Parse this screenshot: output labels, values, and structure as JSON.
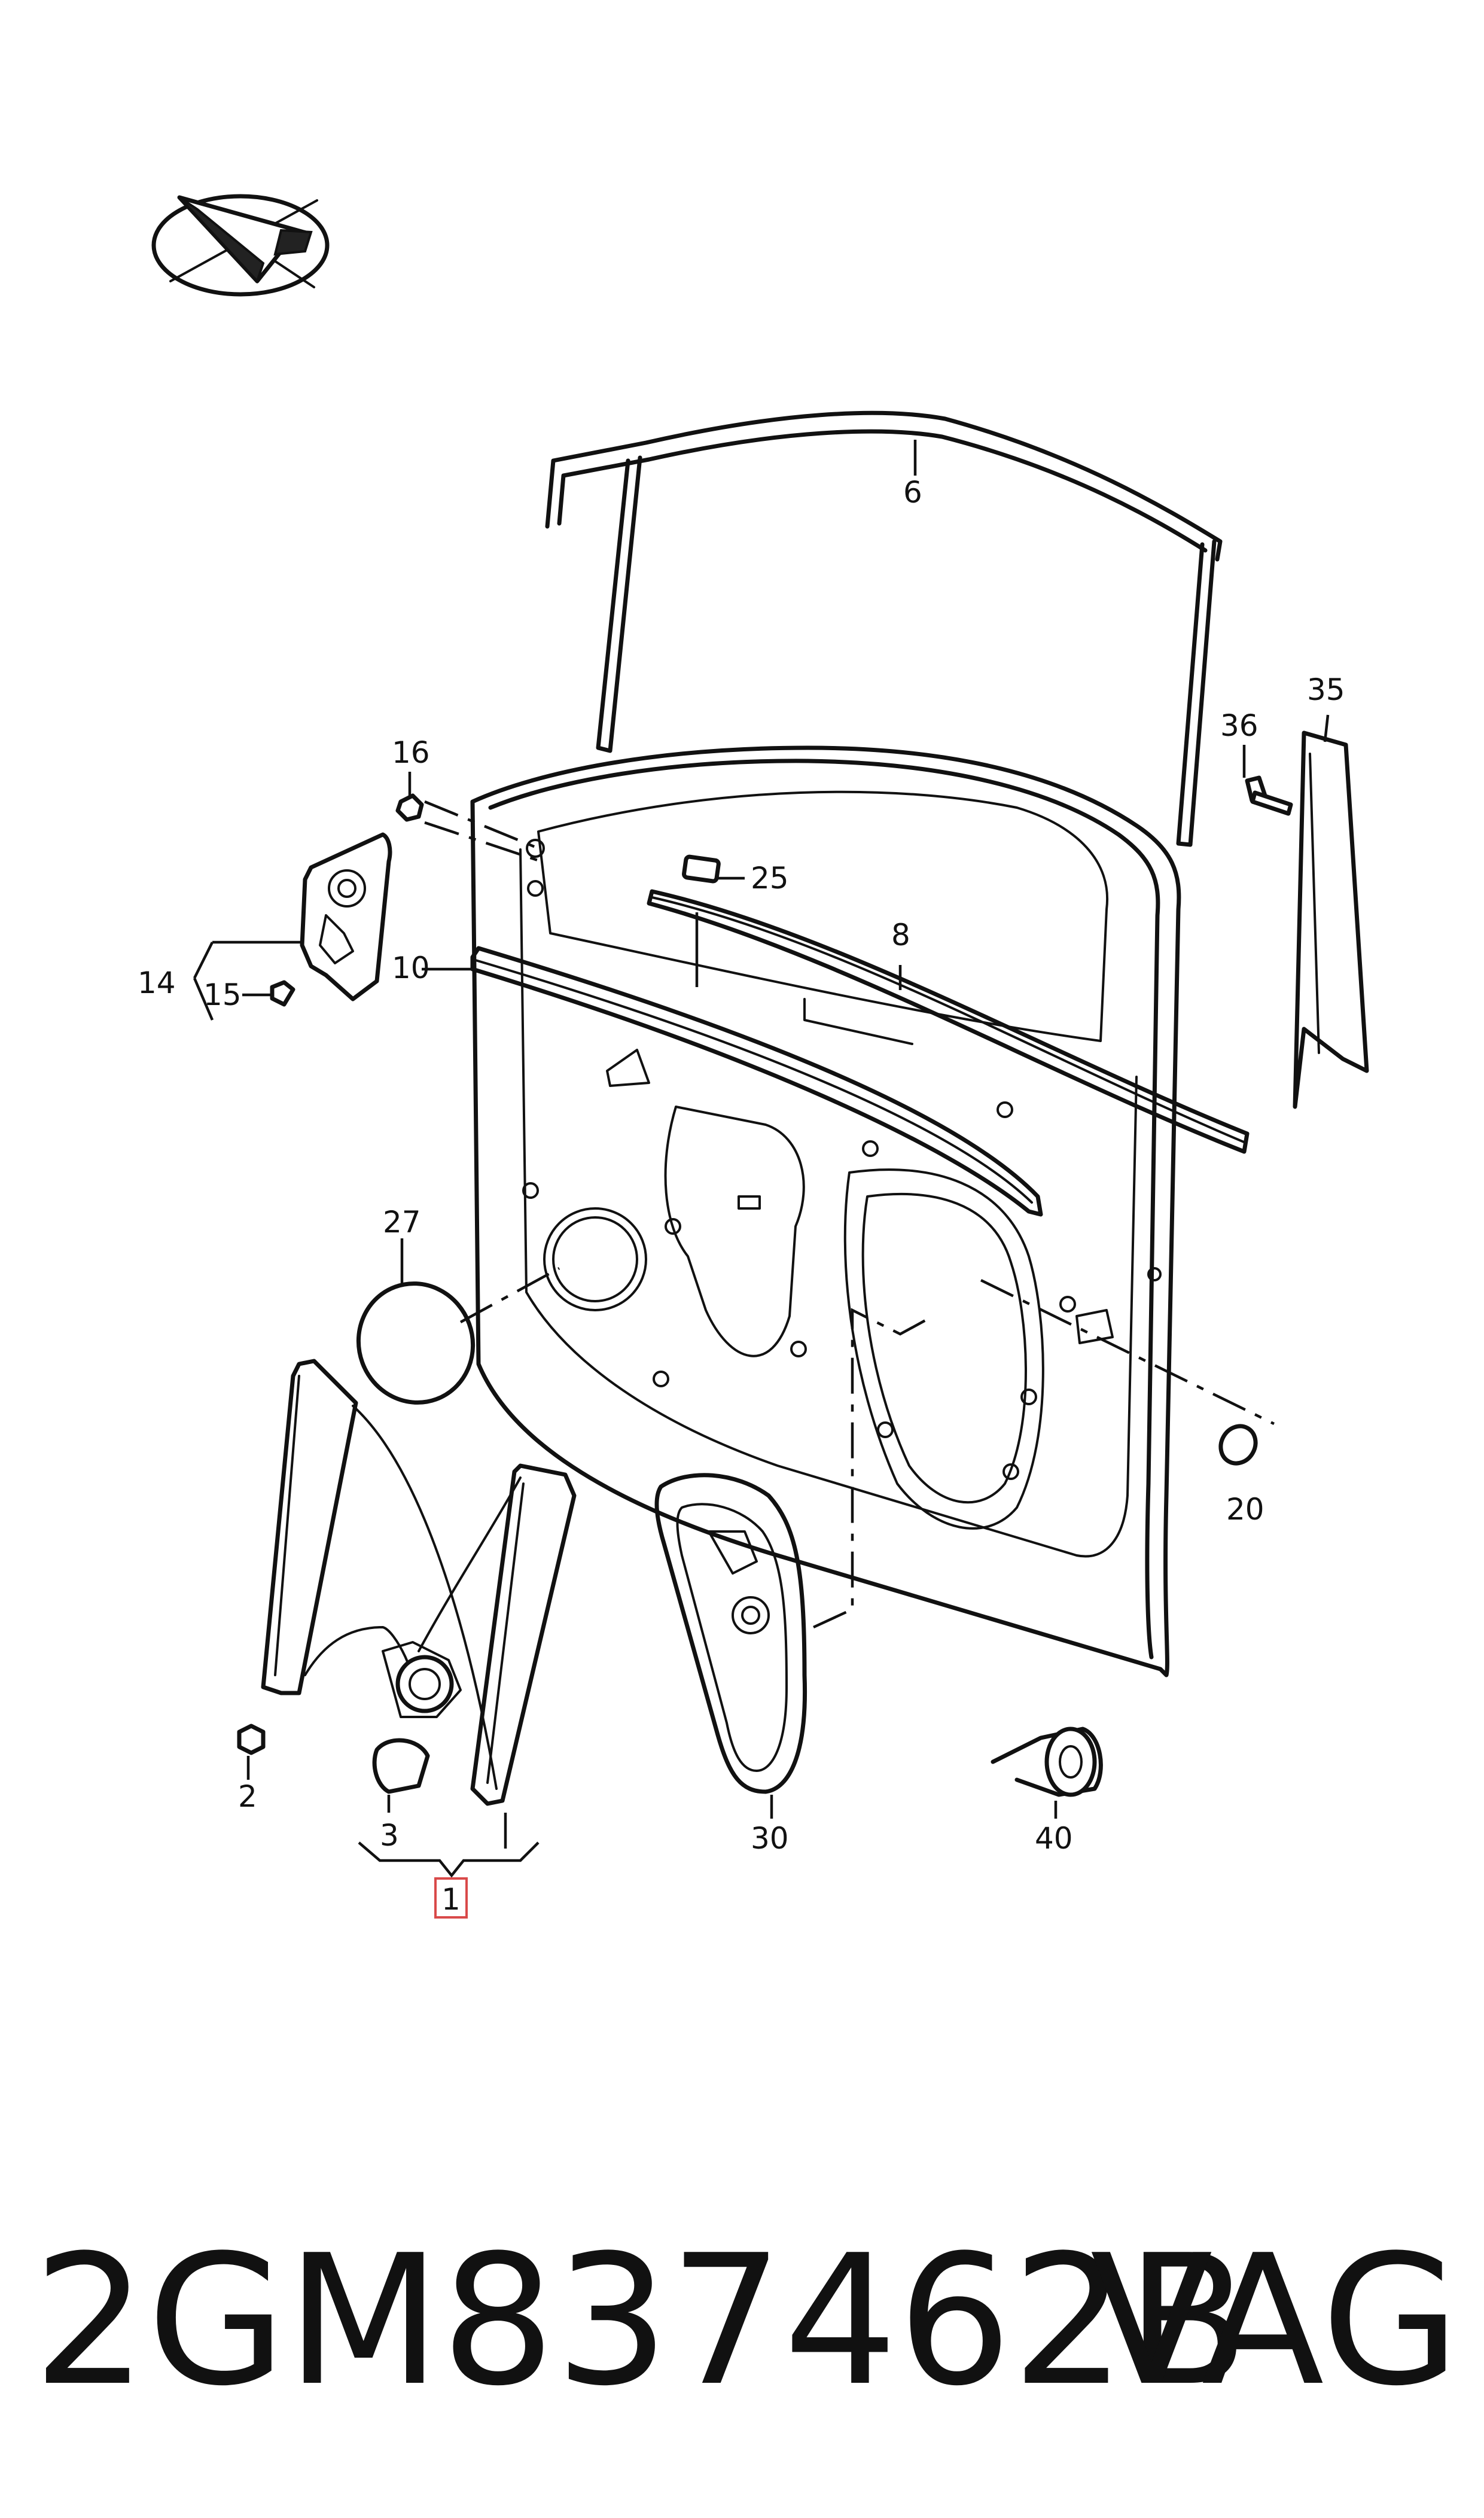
{
  "diagram": {
    "callouts": [
      {
        "id": "c6",
        "label": "6"
      },
      {
        "id": "c16",
        "label": "16"
      },
      {
        "id": "c36",
        "label": "36"
      },
      {
        "id": "c35",
        "label": "35"
      },
      {
        "id": "c25",
        "label": "25"
      },
      {
        "id": "c8",
        "label": "8"
      },
      {
        "id": "c14",
        "label": "14"
      },
      {
        "id": "c15",
        "label": "15"
      },
      {
        "id": "c10",
        "label": "10"
      },
      {
        "id": "c27",
        "label": "27"
      },
      {
        "id": "c20",
        "label": "20"
      },
      {
        "id": "c2",
        "label": "2"
      },
      {
        "id": "c3",
        "label": "3"
      },
      {
        "id": "c30",
        "label": "30"
      },
      {
        "id": "c40",
        "label": "40"
      },
      {
        "id": "c1",
        "label": "1"
      }
    ],
    "highlighted_callout": "1",
    "highlight_color": "#d94a4a"
  },
  "footer": {
    "part_number": "2GM837462B",
    "brand": "VAG"
  }
}
